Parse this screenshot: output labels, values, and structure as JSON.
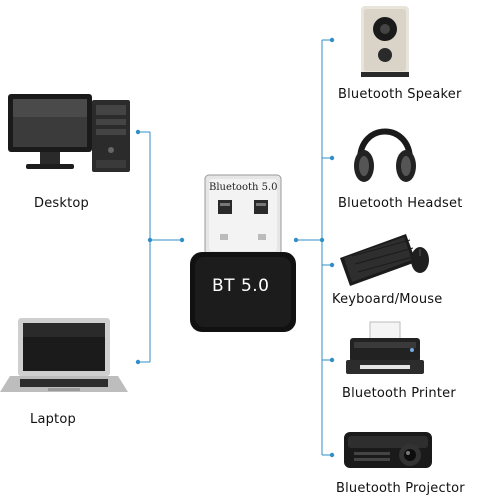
{
  "left_devices": [
    {
      "label": "Desktop",
      "icon": "desktop-computer-icon"
    },
    {
      "label": "Laptop",
      "icon": "laptop-icon"
    }
  ],
  "adapter": {
    "usb_label": "Bluetooth 5.0",
    "body_label": "BT 5.0",
    "icon": "usb-bluetooth-dongle-icon"
  },
  "right_devices": [
    {
      "label": "Bluetooth Speaker",
      "icon": "speaker-icon"
    },
    {
      "label": "Bluetooth Headset",
      "icon": "headset-icon"
    },
    {
      "label": "Keyboard/Mouse",
      "icon": "keyboard-mouse-icon"
    },
    {
      "label": "Bluetooth Printer",
      "icon": "printer-icon"
    },
    {
      "label": "Bluetooth Projector",
      "icon": "projector-icon"
    }
  ],
  "colors": {
    "connector": "#2f8fc6",
    "dongle_body": "#111111",
    "usb_metal": "#d8d8d8"
  }
}
